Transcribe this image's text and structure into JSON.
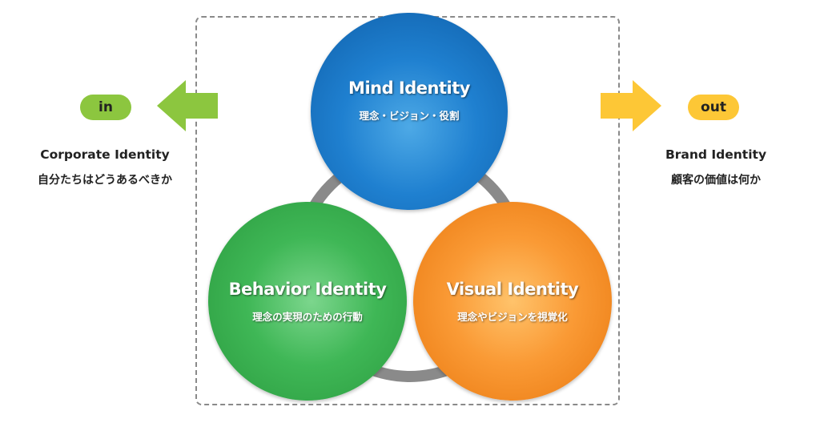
{
  "diagram": {
    "circles": {
      "mind": {
        "title": "Mind Identity",
        "subtitle": "理念・ビジョン・役割",
        "color": "#1f80d0"
      },
      "behavior": {
        "title": "Behavior Identity",
        "subtitle": "理念の実現のための行動",
        "color": "#3fb756"
      },
      "visual": {
        "title": "Visual Identity",
        "subtitle": "理念やビジョンを視覚化",
        "color": "#fa9a35"
      }
    },
    "left": {
      "badge": "in",
      "title": "Corporate Identity",
      "subtitle": "自分たちはどうあるべきか",
      "arrow_icon": "arrow-left-icon",
      "color": "#8cc63f"
    },
    "right": {
      "badge": "out",
      "title": "Brand Identity",
      "subtitle": "顧客の価値は何か",
      "arrow_icon": "arrow-right-icon",
      "color": "#fdc736"
    },
    "ring_color": "#8a8a8a",
    "frame_color": "#8a8a8a"
  }
}
